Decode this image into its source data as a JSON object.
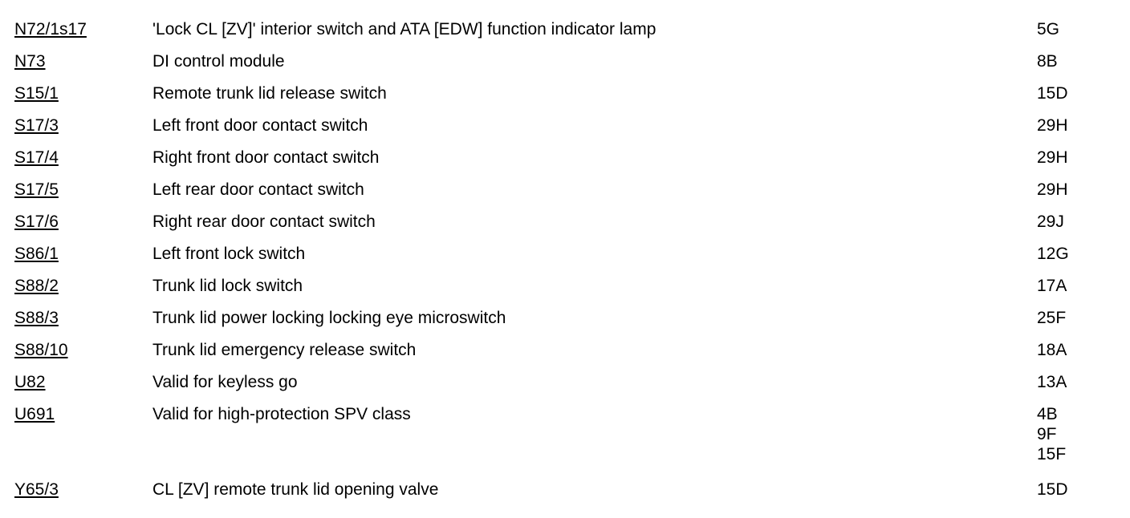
{
  "colors": {
    "background": "#ffffff",
    "text": "#000000",
    "link_text": "#000000"
  },
  "table": {
    "columns": [
      "component_code",
      "description",
      "grid_location"
    ],
    "rows": [
      {
        "code": "N72/1s17",
        "description": "'Lock CL [ZV]' interior switch and ATA [EDW] function indicator lamp",
        "locations": [
          "5G"
        ]
      },
      {
        "code": "N73",
        "description": "DI control module",
        "locations": [
          "8B"
        ]
      },
      {
        "code": "S15/1",
        "description": "Remote trunk lid release switch",
        "locations": [
          "15D"
        ]
      },
      {
        "code": "S17/3",
        "description": "Left front door contact switch",
        "locations": [
          "29H"
        ]
      },
      {
        "code": "S17/4",
        "description": "Right front door contact switch",
        "locations": [
          "29H"
        ]
      },
      {
        "code": "S17/5",
        "description": "Left rear door contact switch",
        "locations": [
          "29H"
        ]
      },
      {
        "code": "S17/6",
        "description": "Right rear door contact switch",
        "locations": [
          "29J"
        ]
      },
      {
        "code": "S86/1",
        "description": "Left front lock switch",
        "locations": [
          "12G"
        ]
      },
      {
        "code": "S88/2",
        "description": "Trunk lid lock switch",
        "locations": [
          "17A"
        ]
      },
      {
        "code": "S88/3",
        "description": "Trunk lid power locking locking eye microswitch",
        "locations": [
          "25F"
        ]
      },
      {
        "code": "S88/10",
        "description": "Trunk lid emergency release switch",
        "locations": [
          "18A"
        ]
      },
      {
        "code": "U82",
        "description": "Valid for keyless go",
        "locations": [
          "13A"
        ]
      },
      {
        "code": "U691",
        "description": "Valid for high-protection SPV class",
        "locations": [
          "4B",
          "9F",
          "15F"
        ]
      },
      {
        "code": "Y65/3",
        "description": "CL [ZV] remote trunk lid opening valve",
        "locations": [
          "15D"
        ]
      }
    ]
  }
}
